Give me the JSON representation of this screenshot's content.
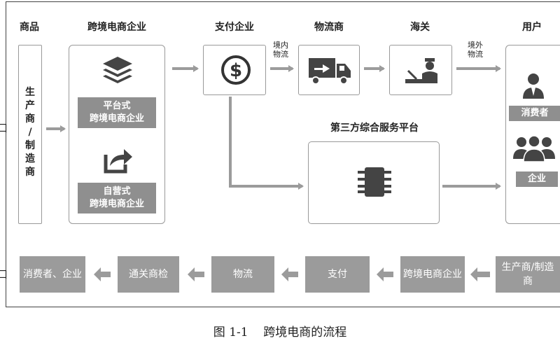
{
  "headers": {
    "goods": "商品",
    "platform": "跨境电商企业",
    "payment": "支付企业",
    "logistics": "物流商",
    "customs": "海关",
    "users": "用户"
  },
  "producer_vertical": [
    "生",
    "产",
    "商",
    "/",
    "制",
    "造",
    "商"
  ],
  "platform_type_label": [
    "平台式",
    "跨境电商企业"
  ],
  "self_type_label": [
    "自营式",
    "跨境电商企业"
  ],
  "domestic_logistics": [
    "境内",
    "物流"
  ],
  "foreign_logistics": [
    "境外",
    "物流"
  ],
  "third_party": "第三方综合服务平台",
  "consumer_label": "消费者",
  "enterprise_label": "企业",
  "left_marks": [
    "口",
    "口"
  ],
  "bottom_flow": [
    "消费者、企业",
    "通关商检",
    "物流",
    "支付",
    "跨境电商企业",
    "生产商/制造商"
  ],
  "caption": "图 1-1    跨境电商的流程",
  "colors": {
    "gray": "#9b9b9b",
    "dark": "#555555",
    "border": "#999999"
  }
}
